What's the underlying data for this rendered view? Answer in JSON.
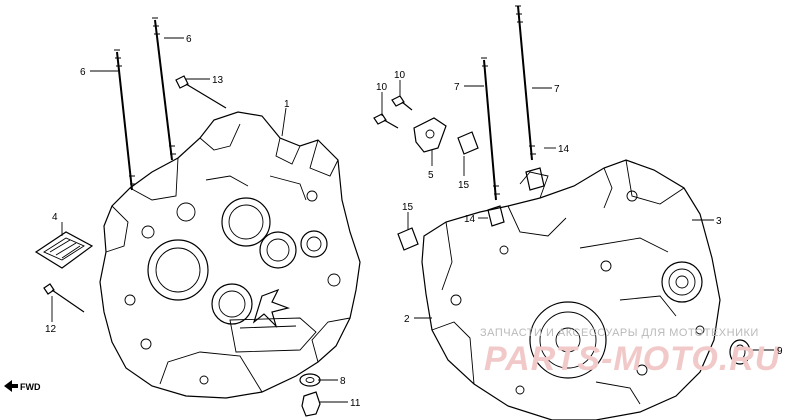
{
  "diagram": {
    "parts": [
      {
        "id": "p1",
        "number": "1"
      },
      {
        "id": "p2",
        "number": "2"
      },
      {
        "id": "p3",
        "number": "3"
      },
      {
        "id": "p4",
        "number": "4"
      },
      {
        "id": "p5",
        "number": "5"
      },
      {
        "id": "p6a",
        "number": "6"
      },
      {
        "id": "p6b",
        "number": "6"
      },
      {
        "id": "p7a",
        "number": "7"
      },
      {
        "id": "p7b",
        "number": "7"
      },
      {
        "id": "p8",
        "number": "8"
      },
      {
        "id": "p9",
        "number": "9"
      },
      {
        "id": "p10a",
        "number": "10"
      },
      {
        "id": "p10b",
        "number": "10"
      },
      {
        "id": "p11",
        "number": "11"
      },
      {
        "id": "p12",
        "number": "12"
      },
      {
        "id": "p13",
        "number": "13"
      },
      {
        "id": "p14a",
        "number": "14"
      },
      {
        "id": "p14b",
        "number": "14"
      },
      {
        "id": "p15a",
        "number": "15"
      },
      {
        "id": "p15b",
        "number": "15"
      }
    ],
    "direction_label": "FWD",
    "watermark_text": "ЗАПЧАСТИ И АКСЕССУАРЫ ДЛЯ МОТОТЕХНИКИ",
    "watermark_logo": "PARTS-MOTO.RU"
  },
  "colors": {
    "line": "#000000",
    "watermark_logo": "#f1c9c9",
    "watermark_text": "#b9b9b9"
  }
}
